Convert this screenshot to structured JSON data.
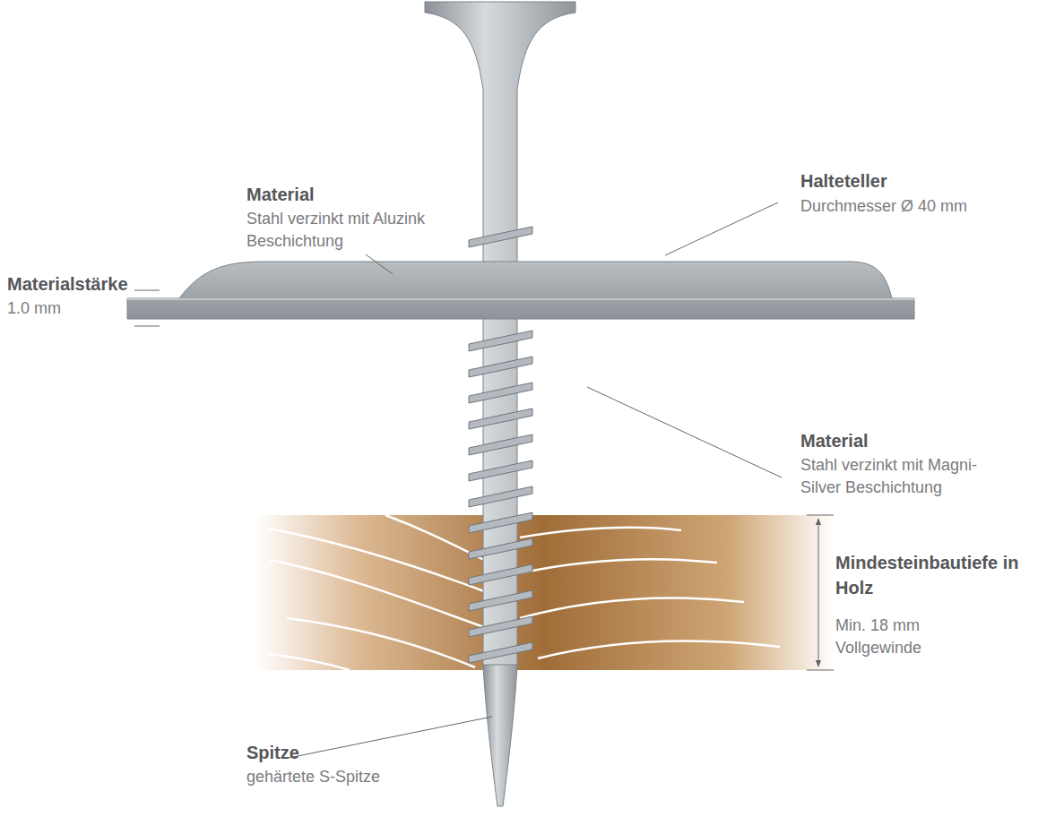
{
  "diagram": {
    "labels": [
      "Material",
      "Stahl verzinkt mit Aluzink Beschichtung",
      "Halteteller",
      "Durchmesser Ø 40 mm",
      "Materialstärke",
      "1.0 mm",
      "Material",
      "Stahl verzinkt mit Magni-Silver Beschichtung",
      "Mindesteinbautiefe in Holz",
      "Min. 18 mm Vollgewinde",
      "Spitze",
      "gehärtete S-Spitze"
    ]
  }
}
